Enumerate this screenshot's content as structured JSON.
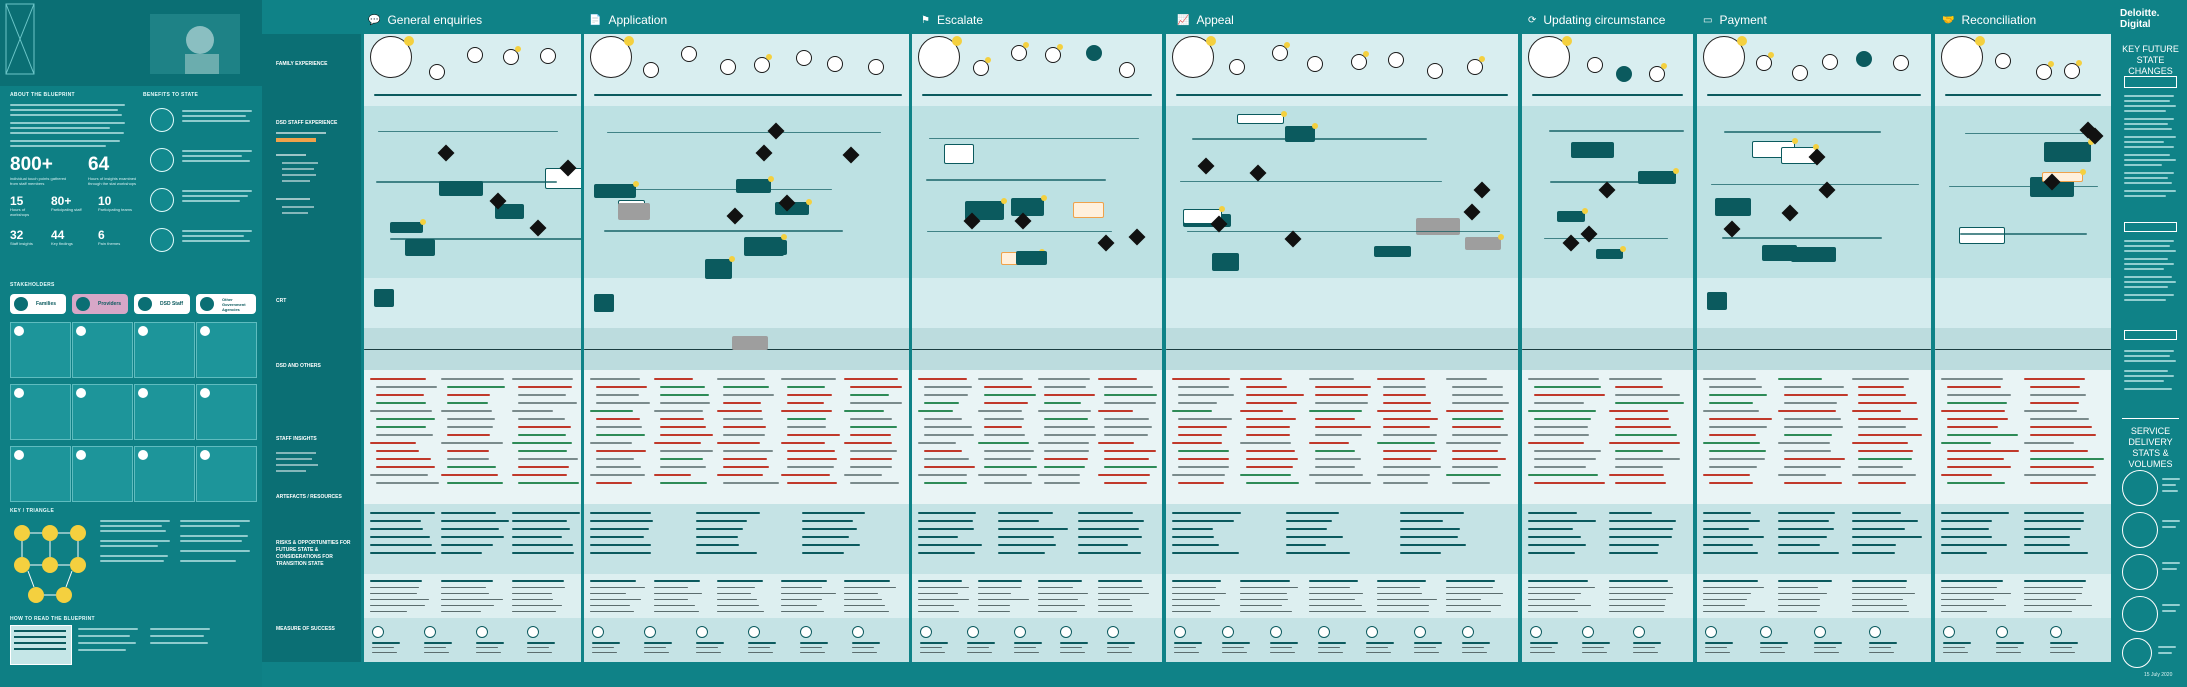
{
  "stages": [
    {
      "name": "General enquiries",
      "icon": "chat-bubble-icon"
    },
    {
      "name": "Application",
      "icon": "document-icon"
    },
    {
      "name": "Escalate",
      "icon": "flag-icon"
    },
    {
      "name": "Appeal",
      "icon": "trend-icon"
    },
    {
      "name": "Updating circumstance",
      "icon": "refresh-icon"
    },
    {
      "name": "Payment",
      "icon": "card-icon"
    },
    {
      "name": "Reconciliation",
      "icon": "handshake-icon"
    }
  ],
  "row_labels": {
    "family_experience": "FAMILY EXPERIENCE",
    "staff_experience": "DSD STAFF EXPERIENCE",
    "crt": "CRT",
    "dsd_others": "DSD AND OTHERS",
    "staff_insights": "STAFF INSIGHTS",
    "artefacts": "ARTEFACTS / RESOURCES",
    "risks": "RISKS & OPPORTUNITIES FOR FUTURE STATE & CONSIDERATIONS FOR TRANSITION STATE",
    "measure": "MEASURE OF SUCCESS"
  },
  "brand": {
    "line1": "Deloitte.",
    "line2": "Digital"
  },
  "left_panel": {
    "about_heading": "ABOUT THE BLUEPRINT",
    "benefits_heading": "BENEFITS TO STATE",
    "stats": [
      {
        "value": "800+",
        "label": "individual touch points gathered from staff members"
      },
      {
        "value": "64",
        "label": "Hours of insights examined through the stat workshops"
      },
      {
        "value": "15",
        "label": "Hours of workshops"
      },
      {
        "value": "80+",
        "label": "Participating staff"
      },
      {
        "value": "10",
        "label": "Participating teams"
      },
      {
        "value": "32",
        "label": "Staff insights"
      },
      {
        "value": "44",
        "label": "Key findings"
      },
      {
        "value": "6",
        "label": "Pain themes"
      }
    ],
    "stakeholders_heading": "STAKEHOLDERS",
    "stakeholders": [
      "Families",
      "Providers",
      "DSD Staff",
      "Other Government Agencies"
    ],
    "key_heading": "KEY / TRIANGLE",
    "howto_heading": "HOW TO READ THE BLUEPRINT"
  },
  "right_panel": {
    "title": "KEY FUTURE STATE CHANGES",
    "stats_title": "SERVICE DELIVERY STATS & VOLUMES"
  },
  "colors": {
    "background": "#0f8287",
    "panel": "#c5e6e7",
    "dark_teal": "#0b5a5e",
    "accent_yellow": "#f4d03f",
    "accent_orange": "#f0a24a",
    "insight_red": "#c0392b",
    "insight_green": "#2e8b57"
  },
  "page_number": "15 July 2020"
}
